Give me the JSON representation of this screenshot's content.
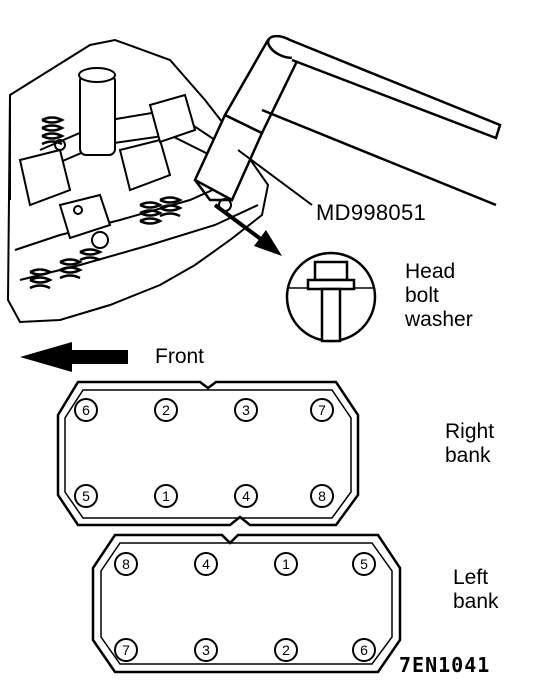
{
  "figure": {
    "tool_label": "MD998051",
    "washer_label": [
      "Head",
      "bolt",
      "washer"
    ],
    "front_label": "Front",
    "right_bank_label": [
      "Right",
      "bank"
    ],
    "left_bank_label": [
      "Left",
      "bank"
    ],
    "figure_code": "7EN1041"
  },
  "right_bank": {
    "top_row": [
      "6",
      "2",
      "3",
      "7"
    ],
    "bottom_row": [
      "5",
      "1",
      "4",
      "8"
    ]
  },
  "left_bank": {
    "top_row": [
      "8",
      "4",
      "1",
      "5"
    ],
    "bottom_row": [
      "7",
      "3",
      "2",
      "6"
    ]
  }
}
